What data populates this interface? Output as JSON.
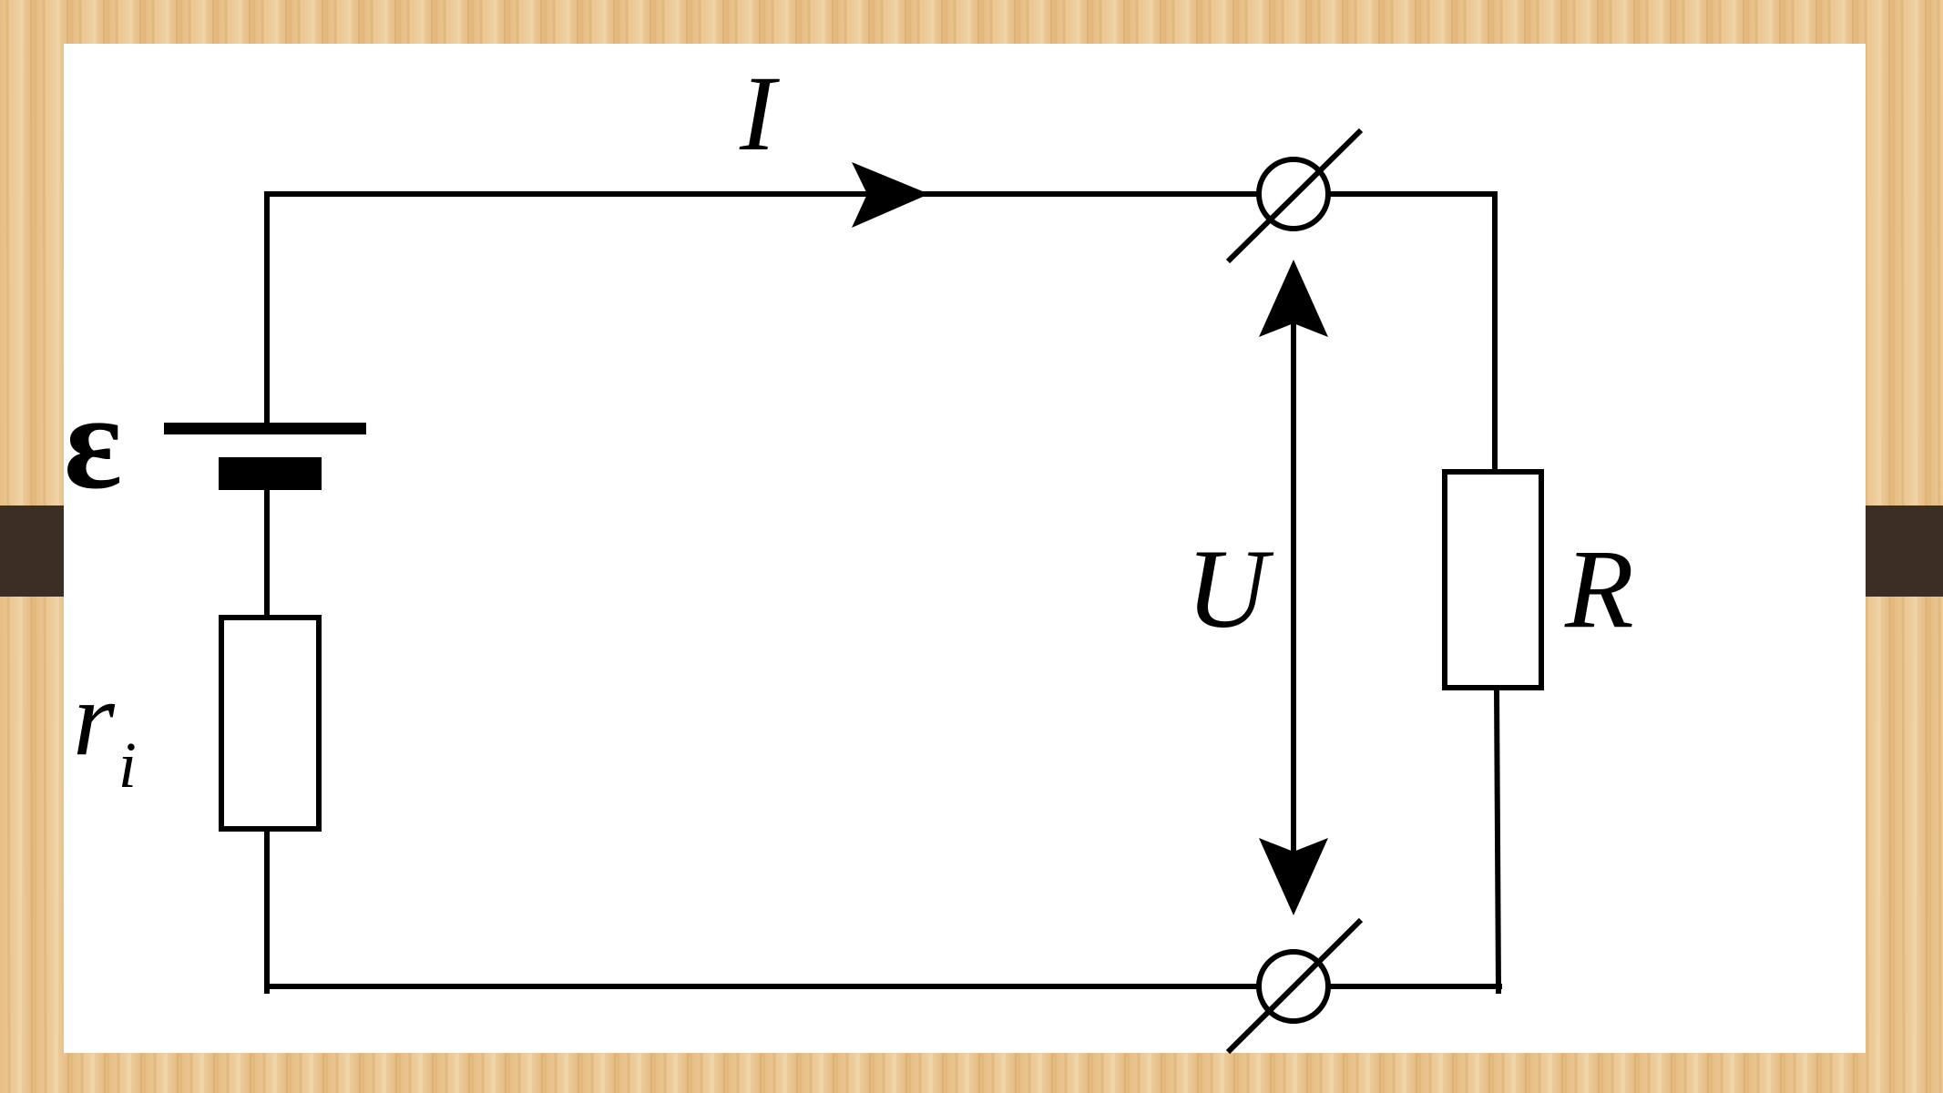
{
  "colors": {
    "wood_light": "#eecf9f",
    "wood_mid": "#e2b87c",
    "wood_dark": "#d7a462",
    "band": "#3a2f22",
    "panel": "#ffffff",
    "ink": "#000000"
  },
  "labels": {
    "current": "I",
    "emf": "ε",
    "internal_resistance": "r",
    "internal_resistance_sub": "i",
    "voltage": "U",
    "load_resistance": "R"
  }
}
